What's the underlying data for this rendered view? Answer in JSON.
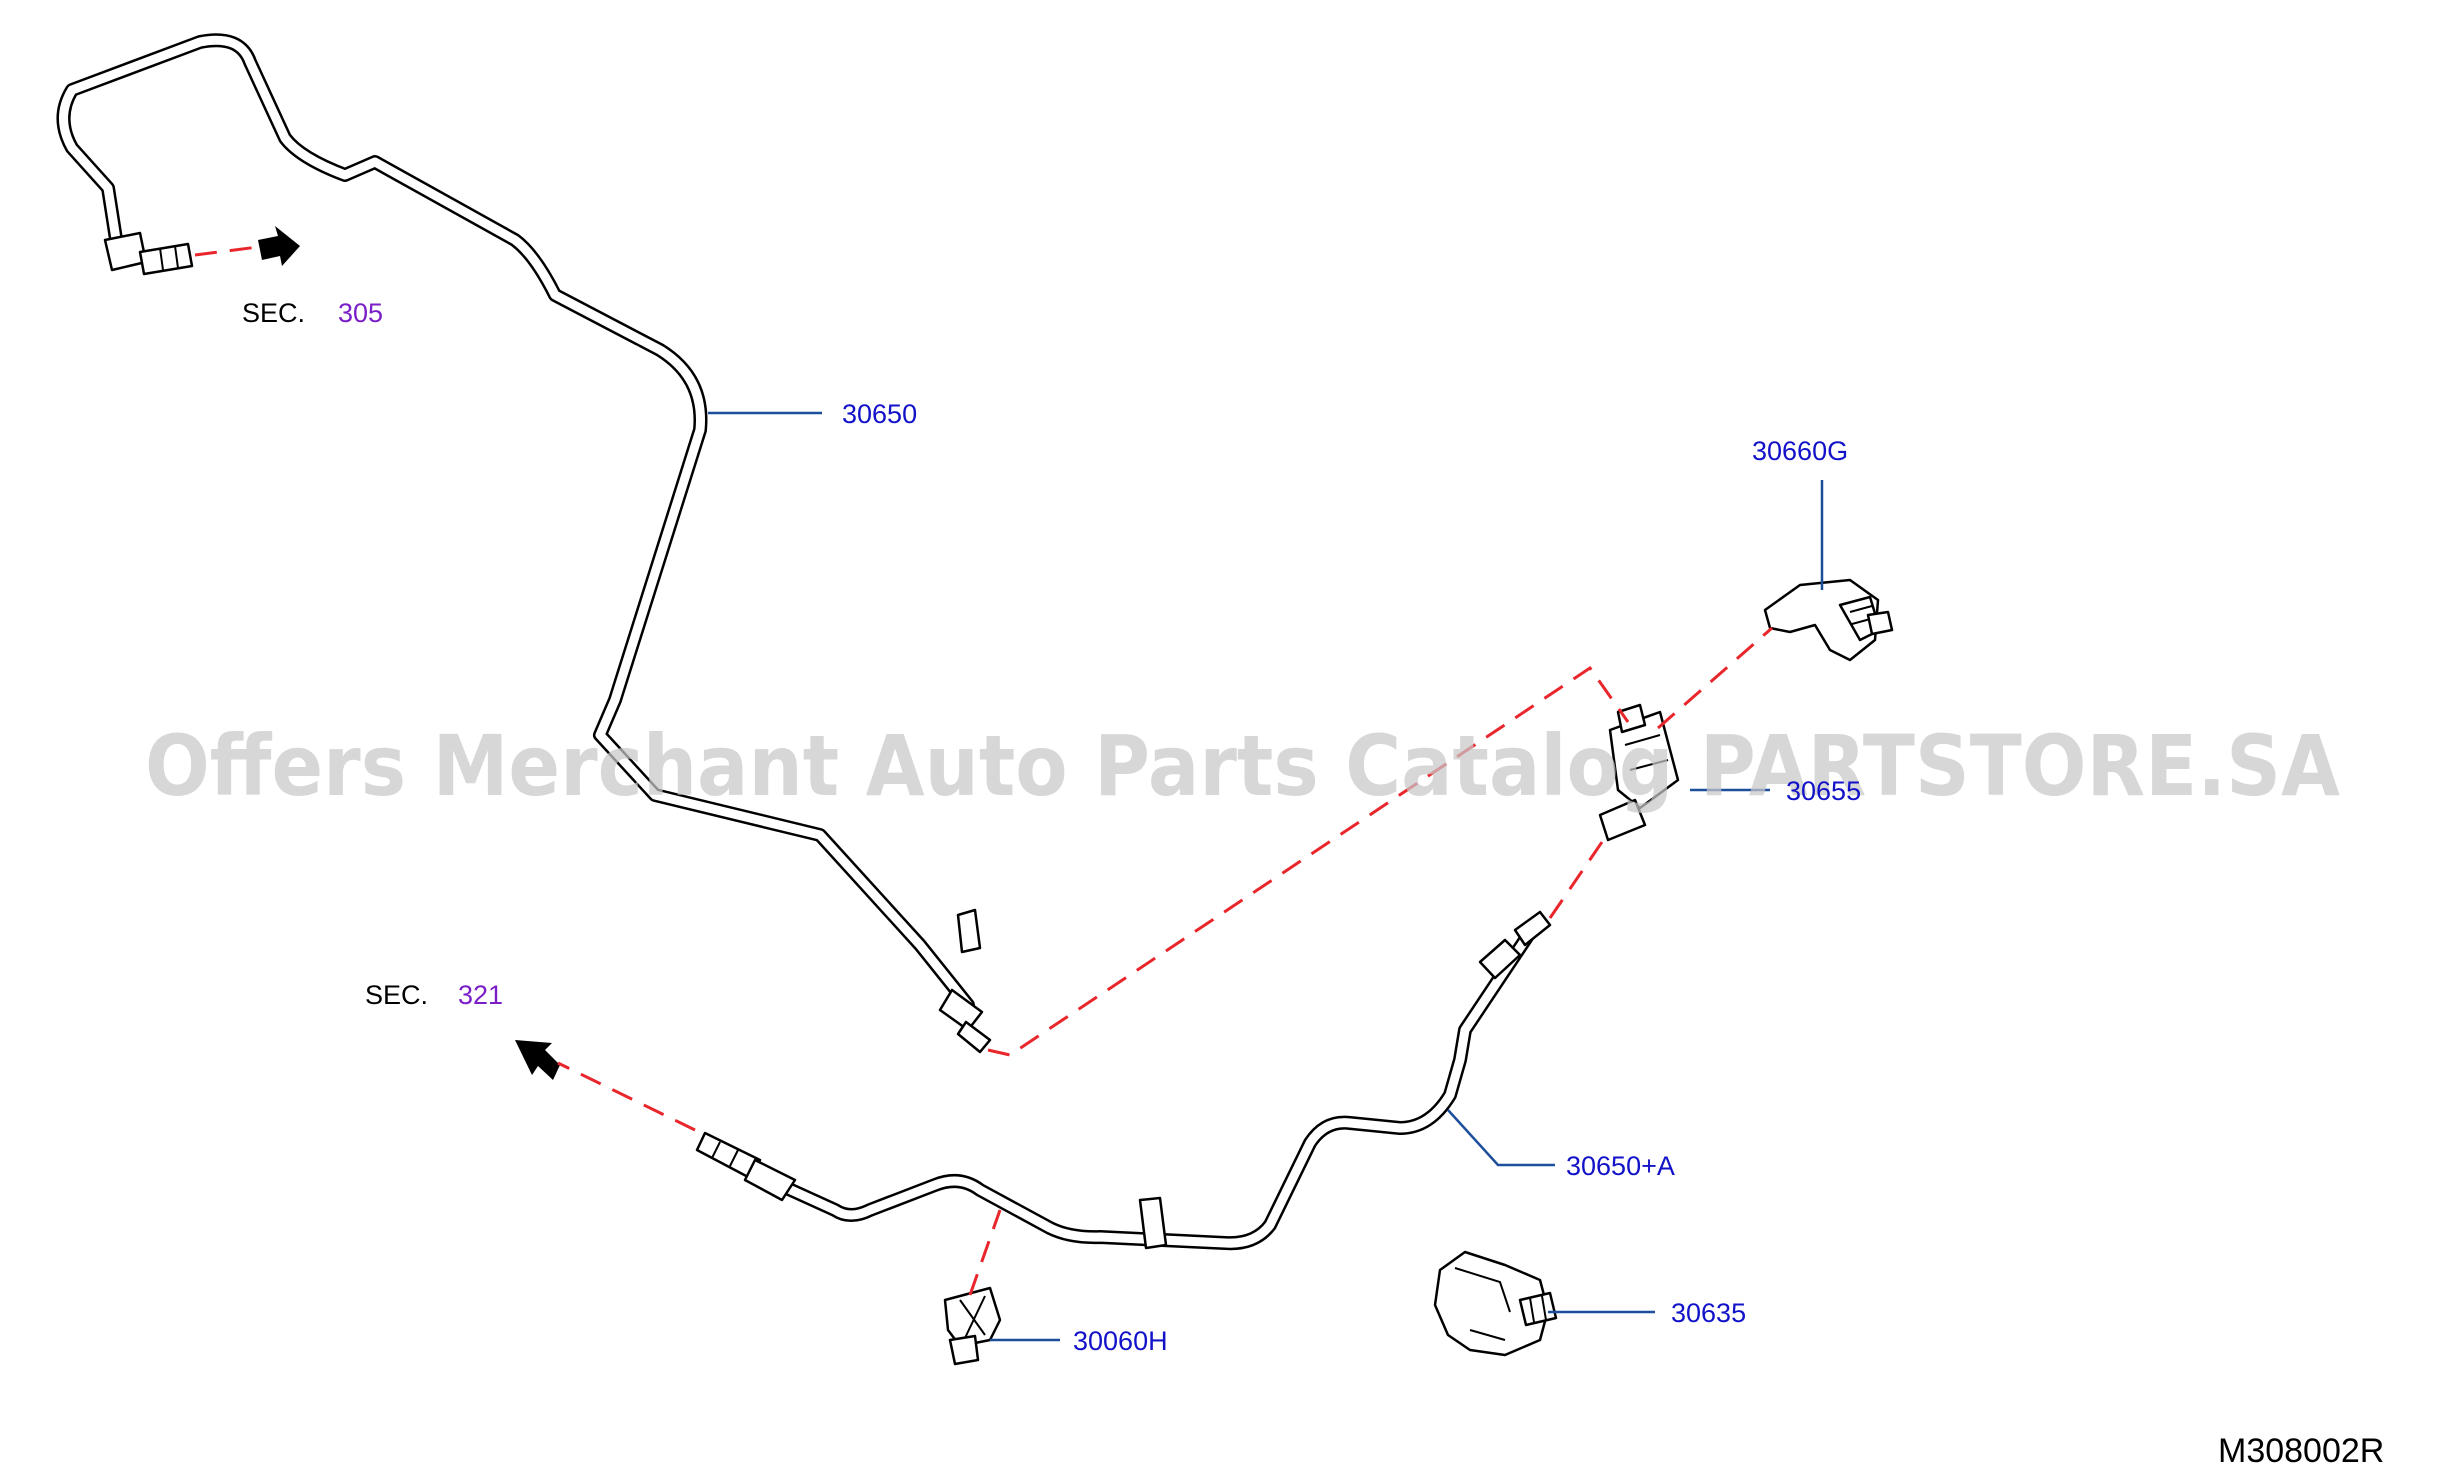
{
  "diagram": {
    "watermark": "Offers Merchant Auto Parts Catalog PARTSTORE.SA",
    "diagram_id": "M308002R",
    "section_refs": [
      {
        "prefix": "SEC.",
        "number": "305"
      },
      {
        "prefix": "SEC.",
        "number": "321"
      }
    ],
    "callouts": [
      {
        "part_number": "30650"
      },
      {
        "part_number": "30660G"
      },
      {
        "part_number": "30655"
      },
      {
        "part_number": "30650+A"
      },
      {
        "part_number": "30635"
      },
      {
        "part_number": "30060H"
      }
    ],
    "colors": {
      "part_number": "#1212c8",
      "section_number": "#7a1fc8",
      "leader_line": "#1d4e9b",
      "dashed_link": "#e8262b",
      "watermark": "#c8c8c8"
    }
  }
}
